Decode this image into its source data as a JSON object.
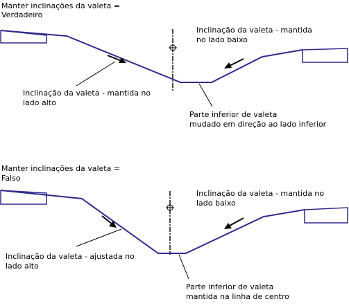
{
  "colors": {
    "profile": "#2e2a8c",
    "text": "#000000"
  },
  "diagram_top": {
    "title_line1": "Manter inclinações da valeta =",
    "title_line2": "Verdadeiro",
    "high_side_line1": "Inclinação da valeta - mantida no",
    "high_side_line2": "lado alto",
    "low_side_line1": "Inclinação da valeta - mantida",
    "low_side_line2": "no lado baixo",
    "bottom_line1": "Parte inferior de valeta",
    "bottom_line2": "mudado em direção ao lado inferior"
  },
  "diagram_bottom": {
    "title_line1": "Manter inclinações da valeta =",
    "title_line2": "Falso",
    "high_side_line1": "Inclinação da valeta - ajustada no",
    "high_side_line2": "lado alto",
    "low_side_line1": "Inclinação da valeta - mantida no",
    "low_side_line2": "lado baixo",
    "bottom_line1": "Parte inferior de valeta",
    "bottom_line2": "mantida na linha de centro"
  }
}
